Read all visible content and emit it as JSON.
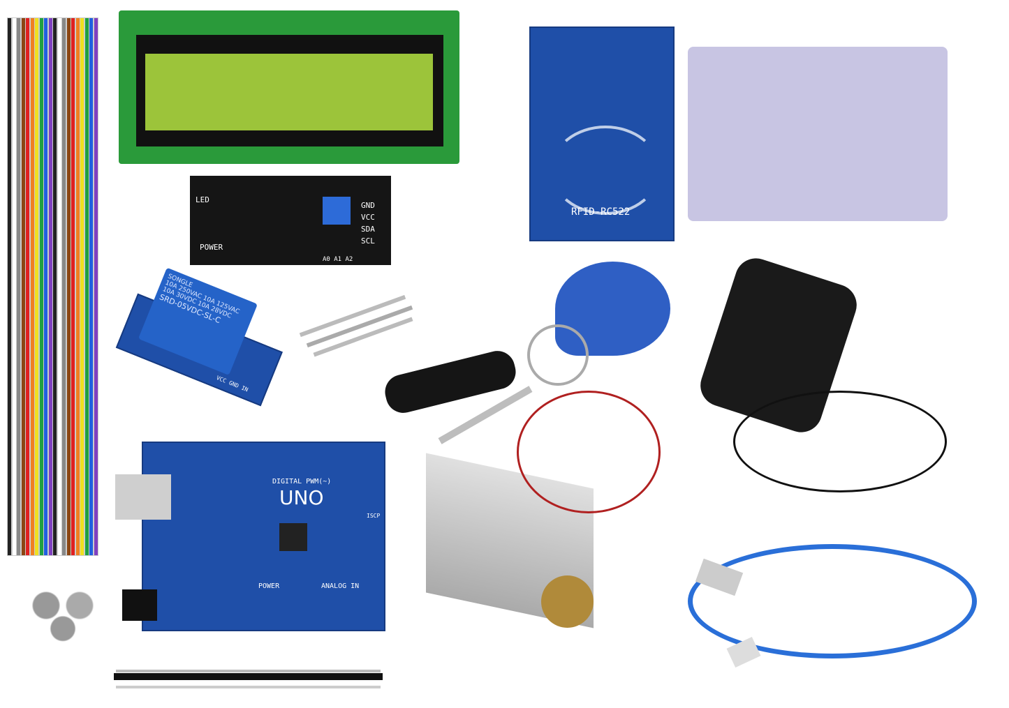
{
  "rfid": {
    "label": "RFID-RC522"
  },
  "i2c": {
    "pins": "GND VCC SDA SCL",
    "addr": "A0 A1 A2",
    "led": "LED",
    "power": "POWER"
  },
  "relay": {
    "brand": "SONGLE",
    "model": "SRD-05VDC-SL-C",
    "rating1": "10A 250VAC  10A 125VAC",
    "rating2": "10A 30VDC  10A 28VDC",
    "pins": "VCC GND IN"
  },
  "uno": {
    "name": "UNO",
    "digital": "DIGITAL PWM(~)",
    "power": "POWER",
    "analog": "ANALOG IN",
    "iscp": "ISCP"
  },
  "colors": {
    "pcb_blue": "#1f4fa8",
    "lcd_green": "#9cc43a",
    "card": "#c8c5e3",
    "wire_colors": [
      "#222",
      "#fff",
      "#888",
      "#8b4513",
      "#e02020",
      "#f08020",
      "#f0e020",
      "#20a040",
      "#2060e0",
      "#8040c0"
    ]
  }
}
